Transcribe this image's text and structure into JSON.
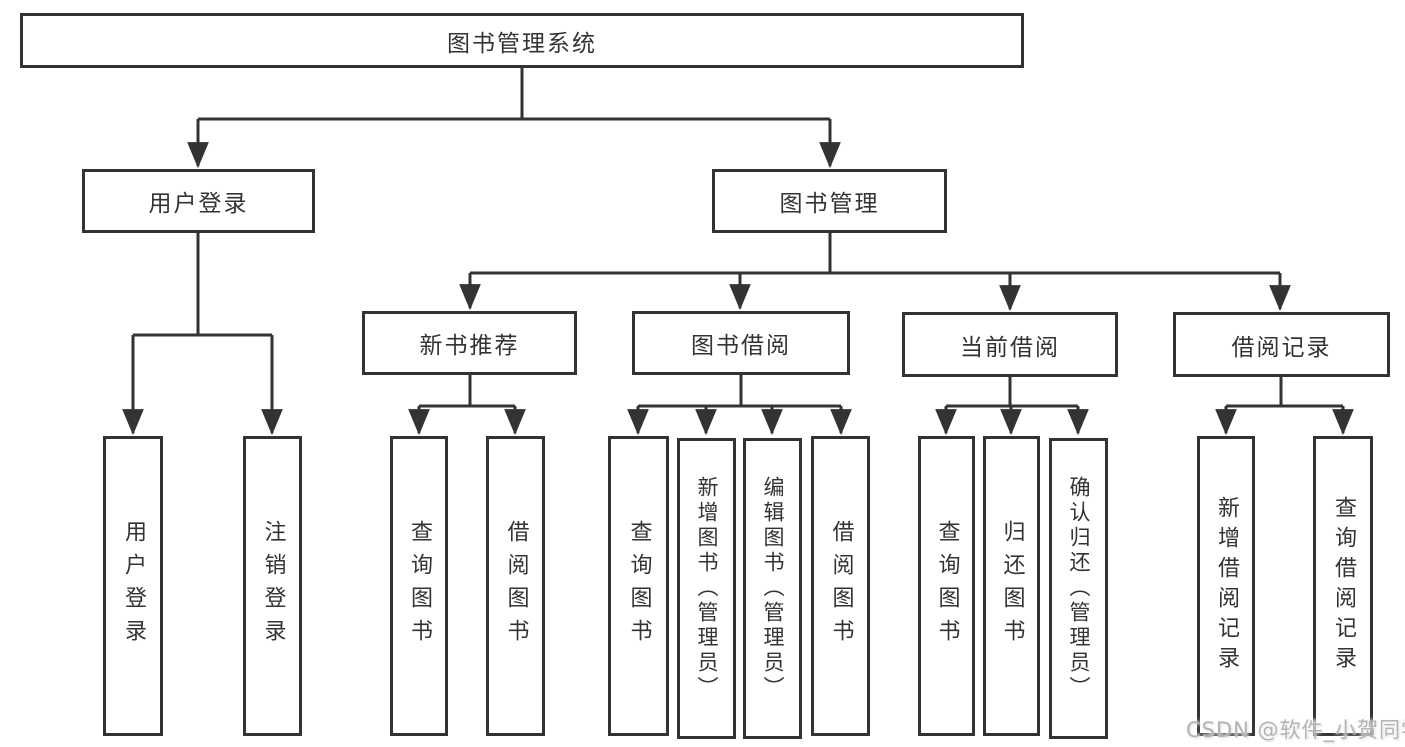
{
  "diagram_title": "图书管理系统",
  "colors": {
    "line": "#333333",
    "text": "#333333",
    "box_background": "#ffffff",
    "page_background": "#ffffff",
    "watermark_text": "#b3b3b3"
  },
  "nodes": {
    "root": "图书管理系统",
    "user_login": "用户登录",
    "book_mgmt": "图书管理",
    "new_book_rec": "新书推荐",
    "book_borrow": "图书借阅",
    "current_borrow": "当前借阅",
    "borrow_record": "借阅记录",
    "leaf_user_login": "用户登录",
    "leaf_logout": "注销登录",
    "leaf_newbook_query": "查询图书",
    "leaf_newbook_borrow": "借阅图书",
    "leaf_borrow_query": "查询图书",
    "leaf_borrow_add": "新增图书（管理员）",
    "leaf_borrow_edit": "编辑图书（管理员）",
    "leaf_borrow_borrow": "借阅图书",
    "leaf_current_query": "查询图书",
    "leaf_current_return": "归还图书",
    "leaf_current_confirm": "确认归还（管理员）",
    "leaf_record_add": "新增借阅记录",
    "leaf_record_query": "查询借阅记录"
  },
  "watermark": "CSDN @软件_小贺同学"
}
